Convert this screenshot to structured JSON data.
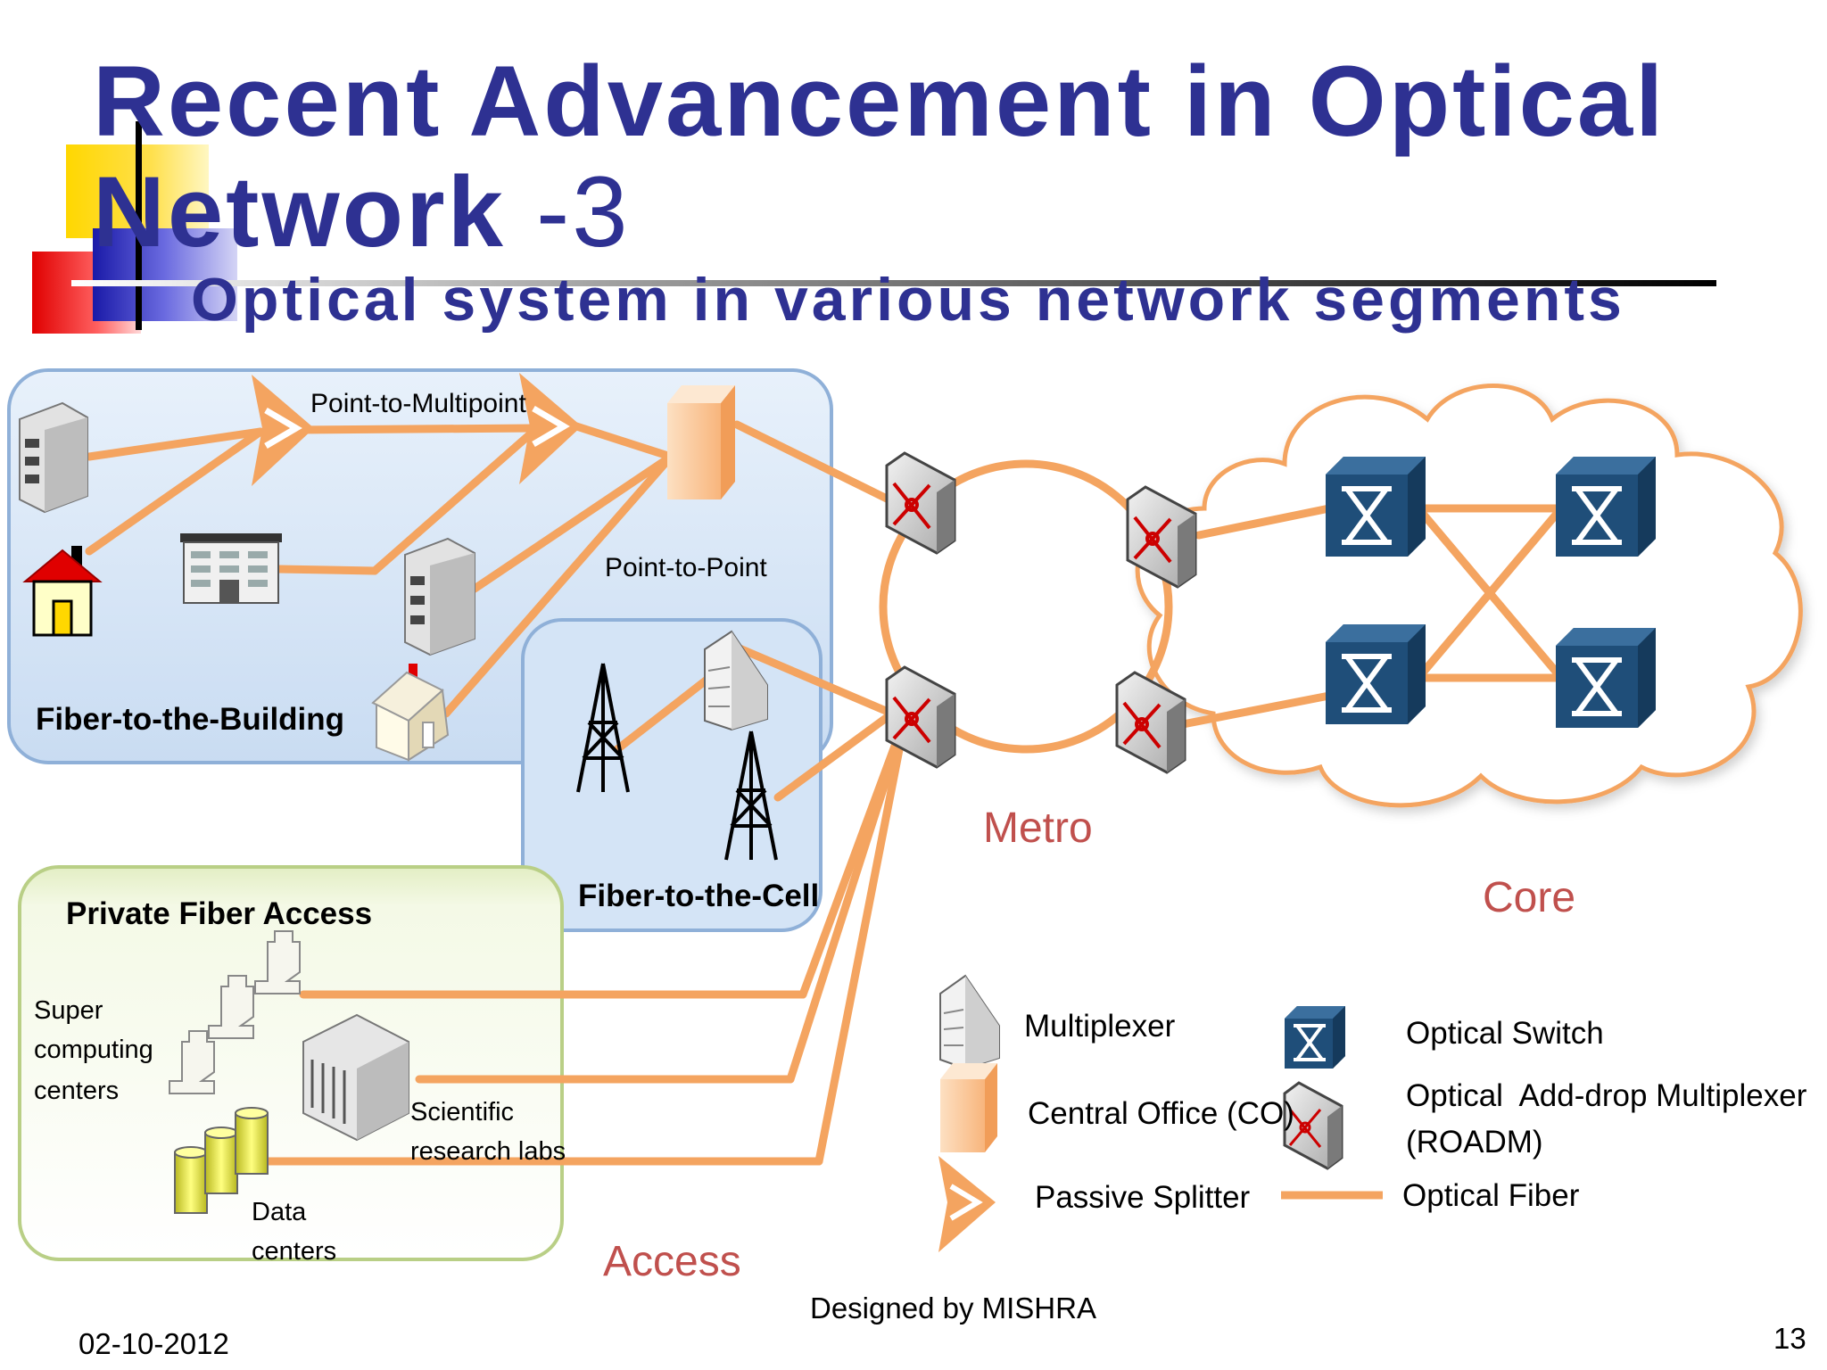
{
  "slide": {
    "title": "Recent Advancement in Optical Network",
    "title_suffix": " -3",
    "subtitle": "Optical system in various network segments",
    "footer_date": "02-10-2012",
    "footer_credit": "Designed by MISHRA",
    "page_number": "13"
  },
  "diagram": {
    "labels": {
      "point_to_multipoint": "Point-to-Multipoint",
      "point_to_point": "Point-to-Point",
      "fiber_to_the_building": "Fiber-to-the-Building",
      "fiber_to_the_cell": "Fiber-to-the-Cell",
      "private_fiber_access": "Private Fiber Access",
      "super_computing_1": "Super",
      "super_computing_2": "computing",
      "super_computing_3": "centers",
      "scientific_1": "Scientific",
      "scientific_2": "research labs",
      "data_centers_1": "Data",
      "data_centers_2": "centers",
      "metro": "Metro",
      "core": "Core",
      "access": "Access"
    },
    "legend": {
      "multiplexer": "Multiplexer",
      "central_office": "Central Office (CO)",
      "passive_splitter": "Passive Splitter",
      "optical_switch": "Optical Switch",
      "roadm_1": "Optical  Add-drop Multiplexer",
      "roadm_2": "(ROADM)",
      "optical_fiber": "Optical Fiber"
    },
    "colors": {
      "title": "#2e3192",
      "fiber": "#f4a460",
      "segment_label": "#c0504d",
      "switch": "#1f4e79",
      "access_panel": "#dce9f7",
      "private_panel": "#eef5dc"
    }
  }
}
